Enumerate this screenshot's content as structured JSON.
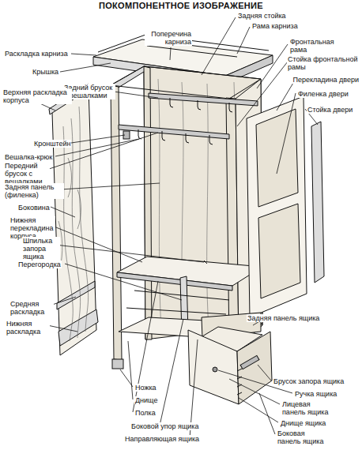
{
  "diagram": {
    "title": "ПОКОМПОНЕНТНОЕ ИЗОБРАЖЕНИЕ",
    "labels": [
      "Поперечина карниза",
      "Задняя стойка",
      "Рама карниза",
      "Раскладка карниза",
      "Крышка",
      "Фронтальная рама",
      "Стойка фронтальной рамы",
      "Задний брусок с вешалками",
      "Верхняя раскладка корпуса",
      "Перекладина двери",
      "Филенка двери",
      "Стойка двери",
      "Кронштейн",
      "Вешалка-крюк",
      "Передний брусок с вешалками",
      "Задняя панель (филенка)",
      "Боковина",
      "Нижняя перекладина корпуса",
      "Шпилька запора ящика",
      "Перегородка",
      "Средняя раскладка",
      "Нижняя раскладка",
      "Задняя панель ящика",
      "Ножка",
      "Днище",
      "Полка",
      "Боковой упор ящика",
      "Направляющая ящика",
      "Брусок запора ящика",
      "Ручка ящика",
      "Лицевая панель ящика",
      "Днище ящика",
      "Боковая панель ящика"
    ]
  }
}
